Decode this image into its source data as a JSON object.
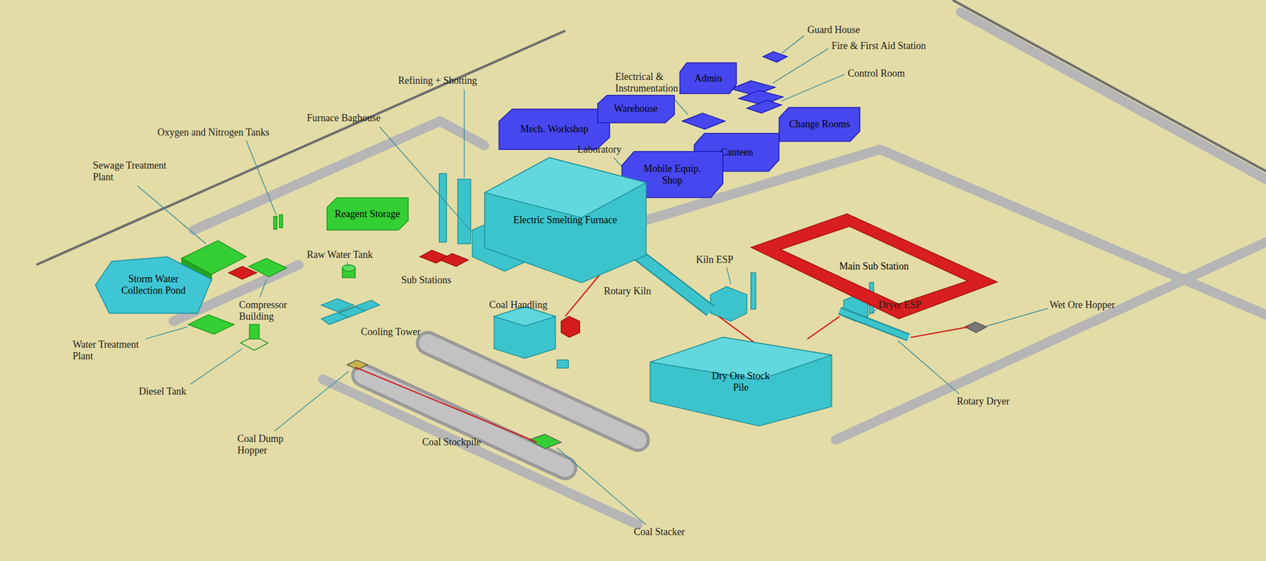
{
  "diagram": {
    "nodes": [
      {
        "text": [
          "Storm Water Collection Pond"
        ]
      },
      {
        "text": [
          "Reagent Storage"
        ]
      },
      {
        "text": [
          "Mech. Workshop"
        ]
      },
      {
        "text": [
          "Warehouse"
        ]
      },
      {
        "text": [
          "Admin"
        ]
      },
      {
        "text": [
          "Change Rooms"
        ]
      },
      {
        "text": [
          "Canteen"
        ]
      },
      {
        "text": [
          "Mobile Equip. Shop"
        ]
      },
      {
        "text": [
          "Electric Smelting Furnace"
        ]
      },
      {
        "text": [
          "Main Sub Station"
        ]
      },
      {
        "text": [
          "Dry Ore Stock Pile"
        ]
      }
    ],
    "labels": [
      "Guard House",
      "Fire & First Aid Station",
      "Control Room",
      "Electrical & Instrumentation",
      "Refining + Shotting",
      "Furnace Baghouse",
      "Oxygen and Nitrogen Tanks",
      "Sewage Treatment Plant",
      "Laboratory",
      "Raw Water Tank",
      "Sub Stations",
      "Kiln ESP",
      "Rotary Kiln",
      "Compressor Building",
      "Coal Handling",
      "Dryer ESP",
      "Wet Ore Hopper",
      "Cooling Tower",
      "Water Treatment Plant",
      "Diesel Tank",
      "Rotary Dryer",
      "Coal Dump Hopper",
      "Coal Stockpile",
      "Coal Stacker"
    ]
  }
}
